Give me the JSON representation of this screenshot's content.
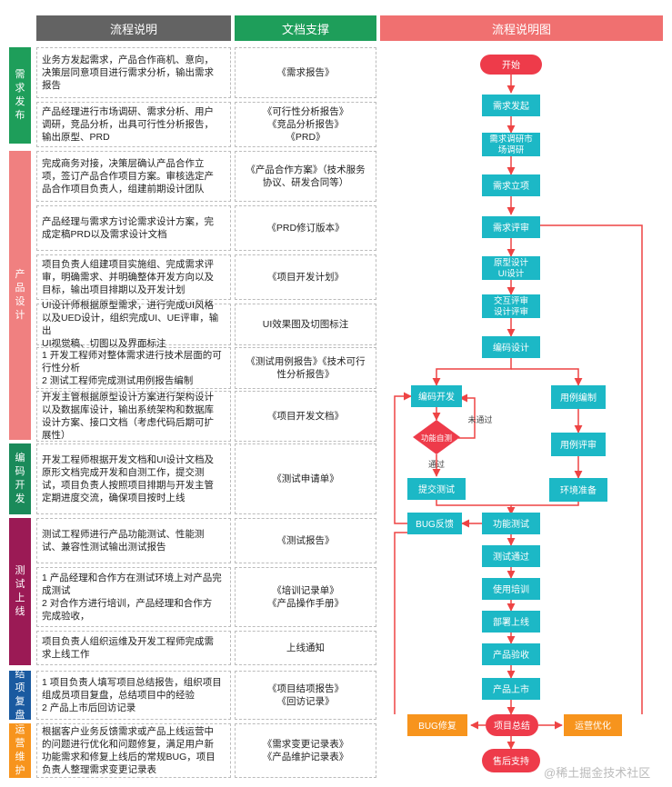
{
  "headers": {
    "desc": "流程说明",
    "doc": "文档支撑",
    "diagram": "流程说明图"
  },
  "colors": {
    "header_gray": "#636363",
    "header_green": "#1e9e5a",
    "header_red": "#f07070",
    "teal": "#1cb8c6",
    "orange": "#f7941d",
    "red": "#ee3b4a",
    "arrow": "#ee4444",
    "phase_demand": "#1e9e5a",
    "phase_design": "#f08080",
    "phase_code": "#1a8a5a",
    "phase_test": "#9b1a55",
    "phase_review": "#1a5aa0",
    "phase_ops": "#f7941d"
  },
  "phases": [
    {
      "label": "需求发布",
      "color": "#1e9e5a"
    },
    {
      "label": "产品设计",
      "color": "#f08080"
    },
    {
      "label": "编码开发",
      "color": "#1a8a5a"
    },
    {
      "label": "测试上线",
      "color": "#9b1a55"
    },
    {
      "label": "结项复盘",
      "color": "#1a5aa0"
    },
    {
      "label": "运营维护",
      "color": "#f7941d"
    }
  ],
  "rows": [
    {
      "desc": "业务方发起需求，产品合作商机、意向，\n决策层同意项目进行需求分析，输出需求\n报告",
      "doc": "《需求报告》"
    },
    {
      "desc": "产品经理进行市场调研、需求分析、用户\n调研，竞品分析，出具可行性分析报告，\n输出原型、PRD",
      "doc": "《可行性分析报告》\n《竞品分析报告》\n《PRD》"
    },
    {
      "desc": "完成商务对接，决策层确认产品合作立\n项，签订产品合作项目方案。审核选定产\n品合作项目负责人，组建前期设计团队",
      "doc": "《产品合作方案》（技术服务\n协议、研发合同等）"
    },
    {
      "desc": "产品经理与需求方讨论需求设计方案，完\n成定稿PRD以及需求设计文档",
      "doc": "《PRD修订版本》"
    },
    {
      "desc": " 项目负责人组建项目实施组、完成需求评\n审，明确需求、并明确整体开发方向以及\n目标，输出项目排期以及开发计划",
      "doc": "《项目开发计划》"
    },
    {
      "desc": "UI设计师根据原型需求，进行完成UI风格\n以及UED设计，组织完成UI、UE评审，输出\nUI视觉稿、切图以及界面标注",
      "doc": "UI效果图及切图标注"
    },
    {
      "desc": "1 开发工程师对整体需求进行技术层面的可\n行性分析\n2 测试工程师完成测试用例报告编制",
      "doc": "《测试用例报告》《技术可行\n性分析报告》"
    },
    {
      "desc": "开发主管根据原型设计方案进行架构设计\n以及数据库设计，输出系统架构和数据库\n设计方案、接口文档（考虑代码后期可扩\n展性）",
      "doc": "《项目开发文档》"
    },
    {
      "desc": "开发工程师根据开发文档和UI设计文档及\n原形文档完成开发和自测工作，提交测\n试，项目负责人按照项目排期与开发主管\n定期进度交流，确保项目按时上线",
      "doc": "《测试申请单》"
    },
    {
      "desc": "测试工程师进行产品功能测试、性能测\n试、兼容性测试输出测试报告",
      "doc": "《测试报告》"
    },
    {
      "desc": "1 产品经理和合作方在测试环境上对产品完\n成测试\n2 对合作方进行培训，产品经理和合作方\n完成验收，",
      "doc": "《培训记录单》\n《产品操作手册》"
    },
    {
      "desc": "项目负责人组织运维及开发工程师完成需\n求上线工作",
      "doc": "上线通知"
    },
    {
      "desc": "1 项目负责人填写项目总结报告，组织项目\n组成员项目复盘，总结项目中的经验\n2 产品上市后回访记录",
      "doc": "《项目结项报告》\n《回访记录》"
    },
    {
      "desc": "根据客户业务反馈需求或产品上线运营中\n的问题进行优化和问题修复，满足用户新\n功能需求和修复上线后的常规BUG，项目\n负责人整理需求变更记录表",
      "doc": "《需求变更记录表》\n《产品维护记录表》"
    }
  ],
  "flow": {
    "nodes": {
      "start": "开始",
      "n1": "需求发起",
      "n2": "需求调研市场调研",
      "n3": "需求立项",
      "n4": "需求评审",
      "n5": "原型设计UI设计",
      "n6": "交互评审设计评审",
      "n7": "编码设计",
      "dev": "编码开发",
      "test_self": "功能自测",
      "case_write": "用例编制",
      "case_review": "用例评审",
      "submit": "提交测试",
      "env": "环境准备",
      "bug": "BUG反馈",
      "func_test": "功能测试",
      "test_pass": "测试通过",
      "train": "使用培训",
      "deploy": "部署上线",
      "accept": "产品验收",
      "market": "产品上市",
      "bugfix": "BUG修复",
      "summary": "项目总结",
      "ops": "运营优化",
      "support": "售后支持"
    },
    "labels": {
      "fail": "未通过",
      "pass": "通过"
    }
  },
  "watermark": "@稀土掘金技术社区"
}
